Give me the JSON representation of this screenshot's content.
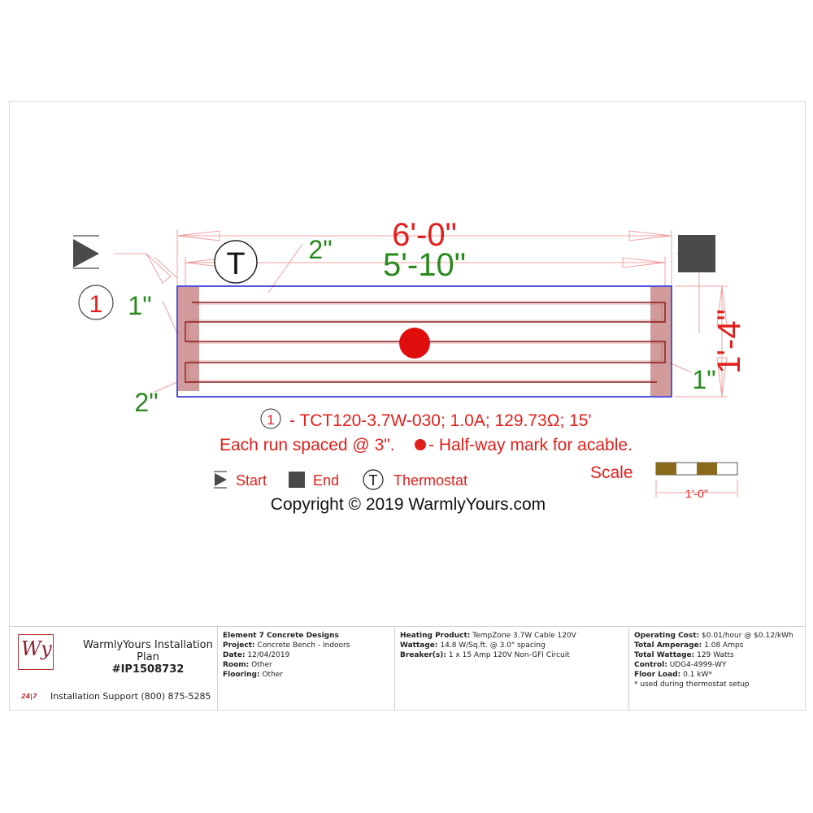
{
  "plan": {
    "dim_total": "6'-0\"",
    "dim_heated": "5'-10\"",
    "dim_top_offset": "2\"",
    "dim_left_offset": "1\"",
    "dim_bottom_left": "2\"",
    "dim_right_offset": "1\"",
    "dim_height": "1'-4\"",
    "circuit_number": "1",
    "thermostat_symbol": "T"
  },
  "legend": {
    "cable_number": "1",
    "cable_spec": "- TCT120-3.7W-030; 1.0A; 129.73Ω; 15'",
    "spacing_note": "Each run spaced @ 3\".",
    "halfway_note": "- Half-way mark for acable.",
    "start_label": "Start",
    "end_label": "End",
    "thermostat_symbol": "T",
    "thermostat_label": "Thermostat",
    "scale_label": "Scale",
    "scale_value": "1'-0\"",
    "copyright": "Copyright © 2019 WarmlyYours.com"
  },
  "titleblock": {
    "logo_text": "Wy",
    "company_title": "WarmlyYours Installation Plan",
    "plan_number": "#IP1508732",
    "support_badge": "24|7",
    "support_text": "Installation Support (800) 875-5285",
    "customer": "Element 7 Concrete Designs",
    "project_label": "Project:",
    "project": "Concrete Bench - Indoors",
    "date_label": "Date:",
    "date": "12/04/2019",
    "room_label": "Room:",
    "room": "Other",
    "flooring_label": "Flooring:",
    "flooring": "Other",
    "heating_label": "Heating Product:",
    "heating": "TempZone 3.7W Cable 120V",
    "wattage_label": "Wattage:",
    "wattage": "14.8 W/Sq.ft. @ 3.0\" spacing",
    "breaker_label": "Breaker(s):",
    "breaker": "1 x 15 Amp 120V Non-GFI Circuit",
    "cost_label": "Operating Cost:",
    "cost": "$0.01/hour @ $0.12/kWh",
    "amperage_label": "Total Amperage:",
    "amperage": "1.08 Amps",
    "total_wattage_label": "Total Wattage:",
    "total_wattage": "129 Watts",
    "control_label": "Control:",
    "control": "UDG4-4999-WY",
    "floor_load_label": "Floor Load:",
    "floor_load": "0.1 kW*",
    "footnote": "* used during thermostat setup"
  },
  "colors": {
    "dimension_red": "#e0201c",
    "dimension_green": "#2a8a1e",
    "cable": "#8a1a1a",
    "outline": "#1a1ad0",
    "end_zone": "#c98a8a",
    "start_end_symbol": "#4a4a4a"
  }
}
